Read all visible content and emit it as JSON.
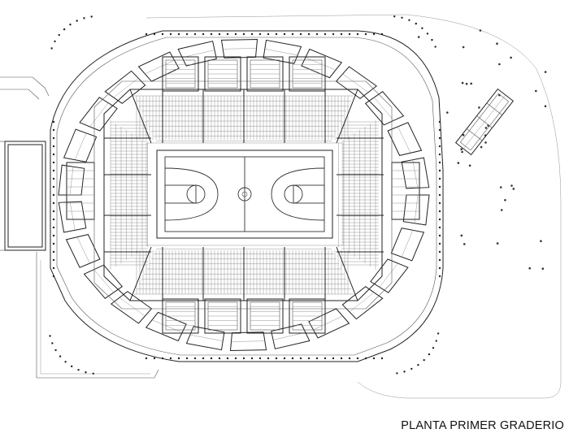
{
  "drawing": {
    "caption": "PLANTA PRIMER GRADERIO",
    "subject": "arena-floor-plan-first-tier",
    "court_type": "basketball"
  },
  "colors": {
    "line": "#222222",
    "fine_line": "#888888",
    "background": "#ffffff"
  }
}
